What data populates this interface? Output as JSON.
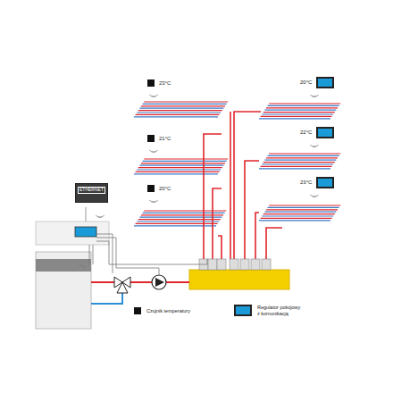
{
  "diagram": {
    "nodes": [
      {
        "text": [
          "ETHERNET"
        ]
      },
      {
        "text": [
          "23°C"
        ]
      },
      {
        "text": [
          "20°C"
        ]
      },
      {
        "text": [
          "21°C"
        ]
      },
      {
        "text": [
          "22°C"
        ]
      },
      {
        "text": [
          "20°C"
        ]
      },
      {
        "text": [
          "23°C"
        ]
      }
    ],
    "legend": [
      {
        "text": "Czujnik temperatury",
        "color": "#111111"
      },
      {
        "text": "Regulator pokojowy z komunikacją",
        "color": "#1a9ad6"
      }
    ]
  }
}
